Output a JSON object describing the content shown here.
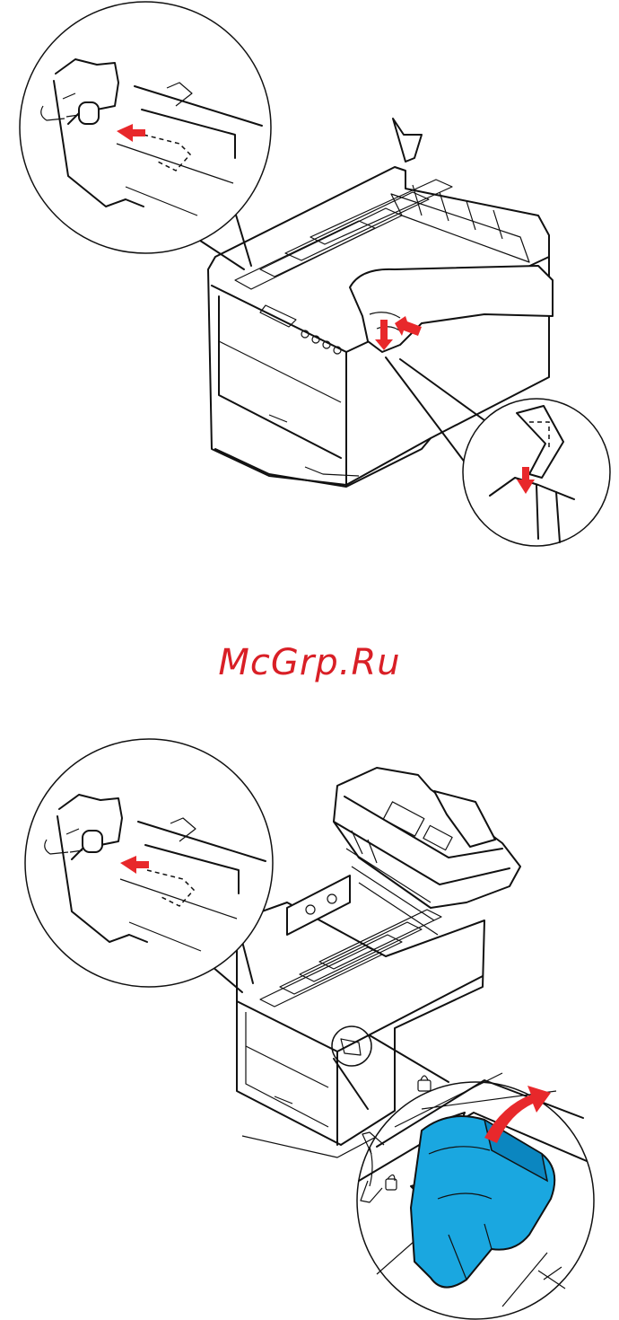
{
  "watermark": {
    "text": "McGrp.Ru",
    "color": "#d91f26"
  },
  "colors": {
    "arrow": "#e8282b",
    "toner_knob": "#1aa7e0",
    "line": "#111111"
  },
  "figures": [
    {
      "id": "top",
      "icons": [
        "zoom-callout-drum-lock-icon",
        "printer-open-icon",
        "hand-icon",
        "zoom-callout-clip-icon",
        "arrow-icon"
      ]
    },
    {
      "id": "bottom",
      "icons": [
        "zoom-callout-drum-lock-icon",
        "printer-open-scanner-icon",
        "zoom-callout-toner-lever-icon",
        "arrow-icon",
        "padlock-icon"
      ]
    }
  ]
}
